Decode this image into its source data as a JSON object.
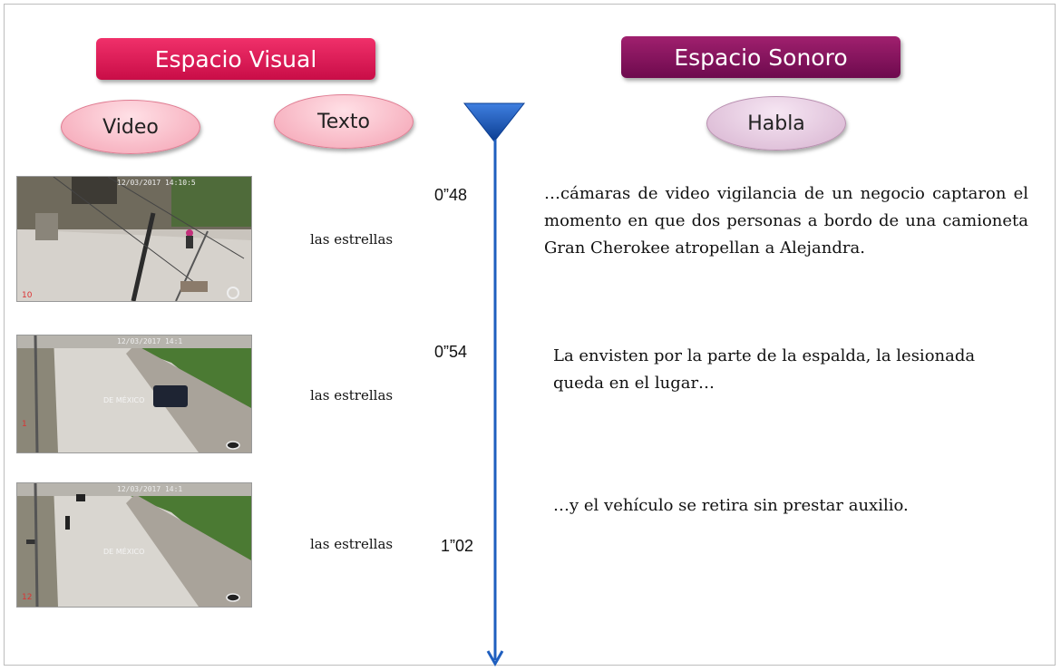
{
  "headers": {
    "visual": "Espacio Visual",
    "sonoro": "Espacio Sonoro"
  },
  "columns": {
    "video": "Video",
    "texto": "Texto",
    "habla": "Habla"
  },
  "rows": [
    {
      "text": "las estrellas",
      "time": "0”48",
      "speech": "…cámaras de video vigilancia de un negocio captaron el momento en que dos personas a bordo de una camioneta Gran Cherokee atropellan a Alejandra."
    },
    {
      "text": "las estrellas",
      "time": "0”54",
      "speech": "La envisten por la parte de la espalda, la lesionada queda en el lugar…"
    },
    {
      "text": "las estrellas",
      "time": "1”02",
      "speech": "…y el vehículo se retira sin prestar auxilio."
    }
  ],
  "colors": {
    "visual_header": "#d81b55",
    "sonoro_header": "#85135f",
    "timeline": "#1f5fbf"
  }
}
